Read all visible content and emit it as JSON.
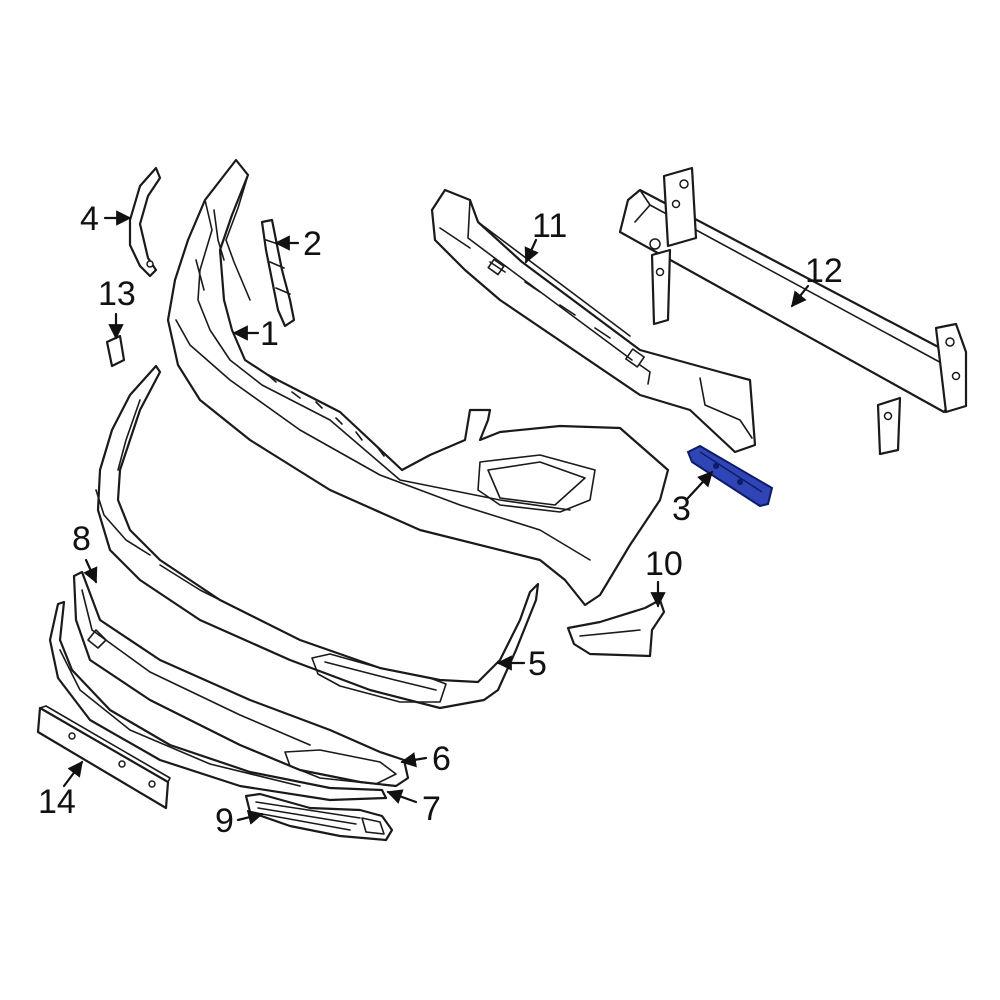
{
  "diagram": {
    "highlight_color": "#2f45b5",
    "line_color": "#1a1a1a",
    "background": "#ffffff",
    "callouts": [
      {
        "id": "1",
        "label": "1"
      },
      {
        "id": "2",
        "label": "2"
      },
      {
        "id": "3",
        "label": "3"
      },
      {
        "id": "4",
        "label": "4"
      },
      {
        "id": "5",
        "label": "5"
      },
      {
        "id": "6",
        "label": "6"
      },
      {
        "id": "7",
        "label": "7"
      },
      {
        "id": "8",
        "label": "8"
      },
      {
        "id": "9",
        "label": "9"
      },
      {
        "id": "10",
        "label": "10"
      },
      {
        "id": "11",
        "label": "11"
      },
      {
        "id": "12",
        "label": "12"
      },
      {
        "id": "13",
        "label": "13"
      },
      {
        "id": "14",
        "label": "14"
      }
    ],
    "highlighted_part": "3"
  }
}
